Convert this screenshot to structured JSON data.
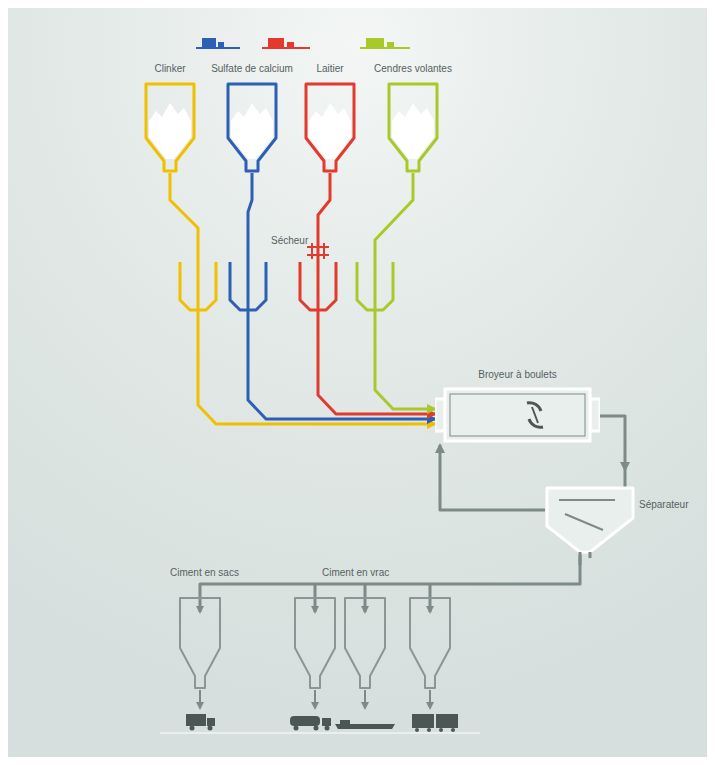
{
  "diagram": {
    "nodes": [
      {
        "text": [
          "Clinker"
        ]
      },
      {
        "text": [
          "Sulfate de calcium"
        ]
      },
      {
        "text": [
          "Laitier"
        ]
      },
      {
        "text": [
          "Cendres volantes"
        ]
      },
      {
        "text": [
          "Broyeur à boulets"
        ]
      },
      {
        "text": [
          "Séparateur"
        ]
      }
    ],
    "edges": [
      {
        "from": 0,
        "to": 4,
        "arrow": "to"
      },
      {
        "from": 1,
        "to": 4,
        "arrow": "to"
      },
      {
        "from": 2,
        "to": 4,
        "arrow": "to"
      },
      {
        "from": 3,
        "to": 4,
        "arrow": "to"
      },
      {
        "from": 4,
        "to": 5,
        "arrow": "to"
      },
      {
        "from": 5,
        "to": 4,
        "arrow": "to"
      }
    ],
    "labels": [
      "Sécheur",
      "Ciment en sacs",
      "Ciment en vrac"
    ]
  }
}
